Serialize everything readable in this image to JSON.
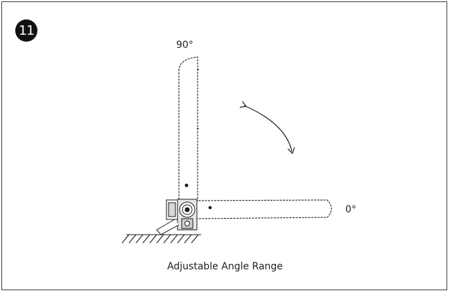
{
  "step": {
    "number": "11"
  },
  "diagram": {
    "angle_max_label": "90°",
    "angle_min_label": "0°",
    "caption": "Adjustable Angle Range",
    "stroke_color": "#1a1a1a",
    "icons": [
      "rotation-arrow-icon",
      "ground-hatch-icon",
      "hinge-pivot-icon"
    ]
  }
}
